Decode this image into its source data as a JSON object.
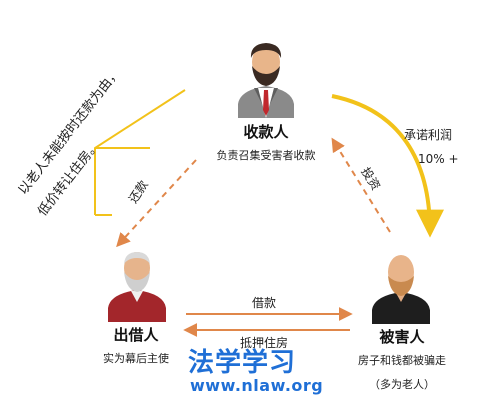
{
  "nodes": {
    "collector": {
      "title": "收款人",
      "subtitle": "负责召集受害者收款"
    },
    "lender": {
      "title": "出借人",
      "subtitle": "实为幕后主使"
    },
    "victim": {
      "title": "被害人",
      "subtitle": "房子和钱都被骗走",
      "subtitle2": "（多为老人）"
    }
  },
  "edges": {
    "repay": "还款",
    "invest": "投资",
    "promise": "承诺利润",
    "promise_rate": "10% +",
    "loan": "借款",
    "mortgage": "抵押住房"
  },
  "side_note": {
    "line1": "以老人未能按时还款为由，",
    "line2": "低价转让住房。"
  },
  "watermark": {
    "title": "法学学习",
    "url": "www.nlaw.org"
  },
  "colors": {
    "orange": "#e0874a",
    "yellow": "#f2c21a",
    "dark": "#333333"
  }
}
